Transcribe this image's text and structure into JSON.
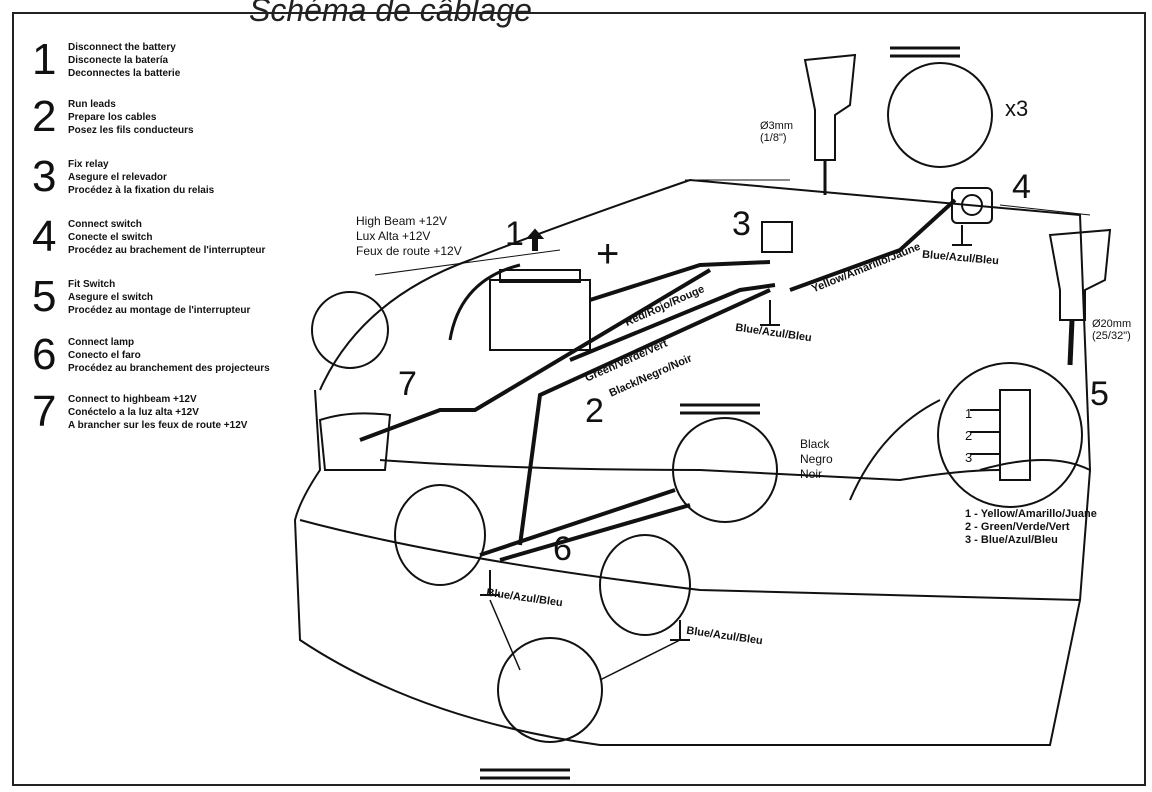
{
  "title": "Schéma de câblage",
  "steps": [
    {
      "num": "1",
      "lines": [
        "Disconnect the battery",
        "Disconecte la batería",
        "Deconnectes la batterie"
      ]
    },
    {
      "num": "2",
      "lines": [
        "Run leads",
        "Prepare los cables",
        "Posez les fils conducteurs"
      ]
    },
    {
      "num": "3",
      "lines": [
        "Fix relay",
        "Asegure el relevador",
        "Procédez à la fixation du relais"
      ]
    },
    {
      "num": "4",
      "lines": [
        "Connect switch",
        "Conecte el switch",
        "Procédez au brachement de l'interrupteur"
      ]
    },
    {
      "num": "5",
      "lines": [
        "Fit Switch",
        "Asegure el switch",
        "Procédez au montage de l'interrupteur"
      ]
    },
    {
      "num": "6",
      "lines": [
        "Connect lamp",
        "Conecto el faro",
        "Procédez au branchement des projecteurs"
      ]
    },
    {
      "num": "7",
      "lines": [
        "Connect to highbeam +12V",
        "Conéctelo a la luz alta +12V",
        "A brancher sur les feux de route +12V"
      ]
    }
  ],
  "labels": {
    "high_beam": [
      "High Beam +12V",
      "Lux Alta +12V",
      "Feux de route +12V"
    ],
    "red": "Red/Rojo/Rouge",
    "green": "Green/Verde/Vert",
    "black": "Black/Negro/Noir",
    "blue": "Blue/Azul/Bleu",
    "yellow": "Yellow/Amarillo/Jaune",
    "drill_small": [
      "Ø3mm",
      "(1/8\")"
    ],
    "drill_large": [
      "Ø20mm",
      "(25/32\")"
    ],
    "times_three": "x3",
    "black_multi": [
      "Black",
      "Negro",
      "Noir"
    ],
    "plus": "+",
    "switch_pins": [
      "1",
      "2",
      "3"
    ],
    "switch_legend": [
      "1 - Yellow/Amarillo/Juane",
      "2 - Green/Verde/Vert",
      "3 - Blue/Azul/Bleu"
    ]
  },
  "callouts": [
    "1",
    "2",
    "3",
    "4",
    "5",
    "6",
    "7"
  ]
}
